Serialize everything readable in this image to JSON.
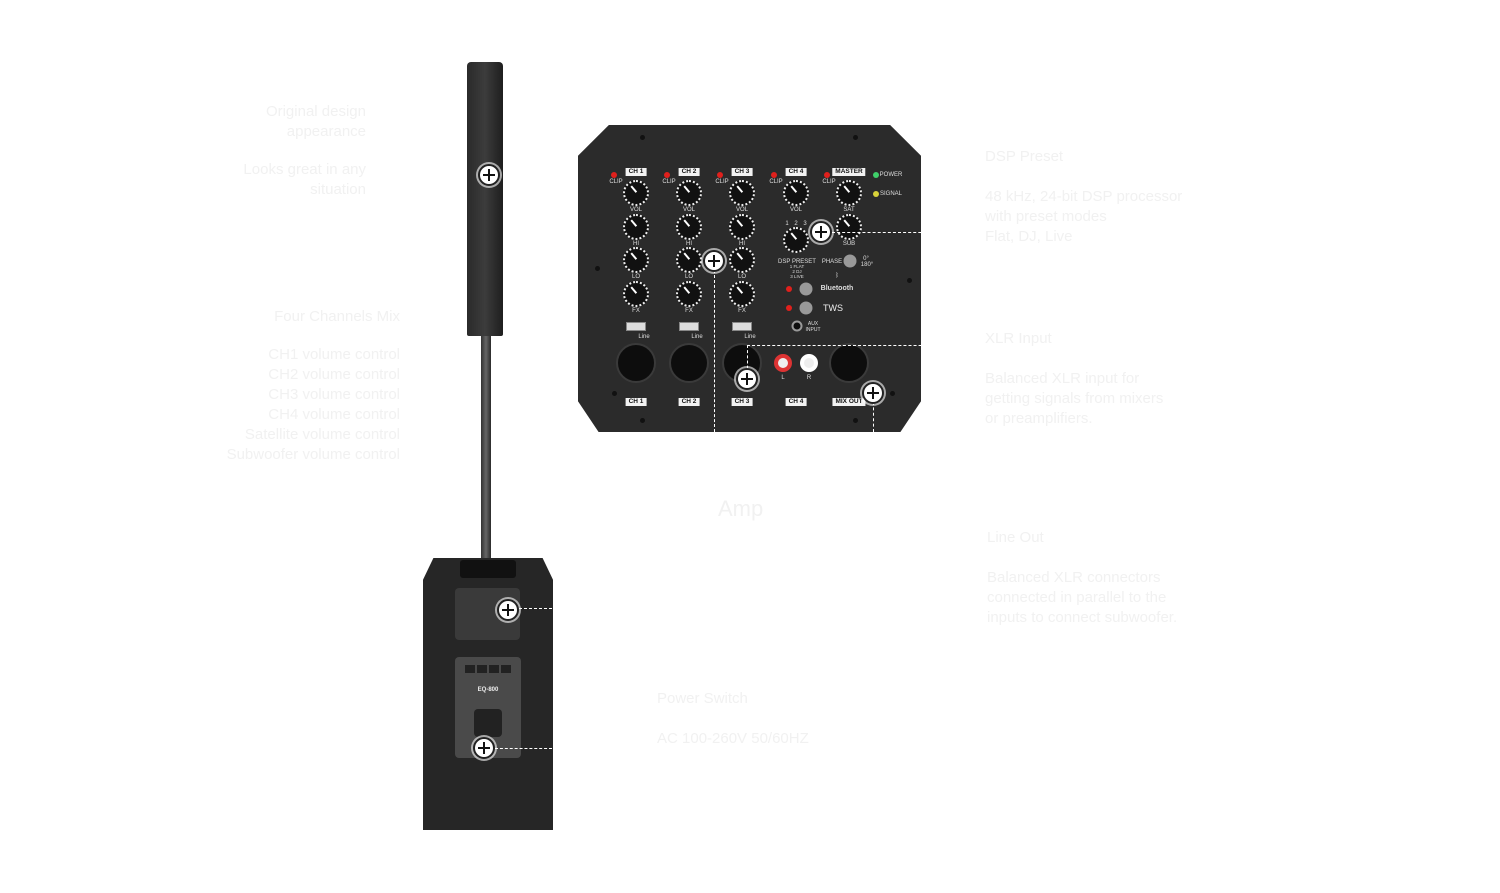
{
  "left_features": {
    "design_title": "Original design",
    "design_sub": "appearance",
    "looks_title": "Looks great in any",
    "looks_sub": "situation",
    "mixer_title": "Four Channels Mix",
    "mixer_items": [
      "CH1 volume control",
      "CH2 volume control",
      "CH3 volume control",
      "CH4 volume control",
      "Satellite volume control",
      "Subwoofer volume control"
    ]
  },
  "right_features": {
    "dsp_title": "DSP Preset",
    "dsp_desc": [
      "48 kHz, 24-bit DSP processor",
      "with preset modes",
      "Flat, DJ, Live"
    ],
    "xlr_title": "XLR Input",
    "xlr_desc": [
      "Balanced XLR input for",
      "getting signals from mixers",
      "or preamplifiers."
    ],
    "lineout_title": "Line Out",
    "lineout_desc": [
      "Balanced XLR connectors",
      "connected in parallel to the",
      "inputs to connect subwoofer."
    ]
  },
  "center": {
    "amp_title": "Amp",
    "power_title": "Power Switch",
    "power_desc": "AC 100-260V 50/60HZ"
  },
  "panel": {
    "channels": [
      {
        "label": "CH 1",
        "knobs": [
          "VOL",
          "HI",
          "LO",
          "FX"
        ],
        "input": "CH 1"
      },
      {
        "label": "CH 2",
        "knobs": [
          "VOL",
          "HI",
          "LO",
          "FX"
        ],
        "input": "CH 2"
      },
      {
        "label": "CH 3",
        "knobs": [
          "VOL",
          "HI",
          "LO",
          "FX"
        ],
        "input": "CH 3"
      },
      {
        "label": "CH 4",
        "knobs": [
          "VOL"
        ],
        "input": "CH 4"
      },
      {
        "label": "MASTER",
        "knobs": [
          "SAT",
          "SUB"
        ],
        "input": "MIX OUT"
      }
    ],
    "clip": "CLIP",
    "power": "POWER",
    "signal": "SIGNAL",
    "dsp_label": "DSP PRESET",
    "dsp_positions": [
      "1",
      "2",
      "3"
    ],
    "dsp_modes": [
      "1  FLAT",
      "2  DJ",
      "3  LIVE"
    ],
    "phase": "PHASE",
    "phase_0": "0°",
    "phase_180": "180°",
    "bluetooth": "Bluetooth",
    "tws": "TWS",
    "aux": "AUX INPUT",
    "rca_l": "L",
    "rca_r": "R",
    "line": "Line",
    "colors": {
      "clip": "#e0201c",
      "power": "#3fd06a",
      "signal": "#d8d23a",
      "panel": "#2b2b2b"
    }
  },
  "amp_model": "EQ-800"
}
